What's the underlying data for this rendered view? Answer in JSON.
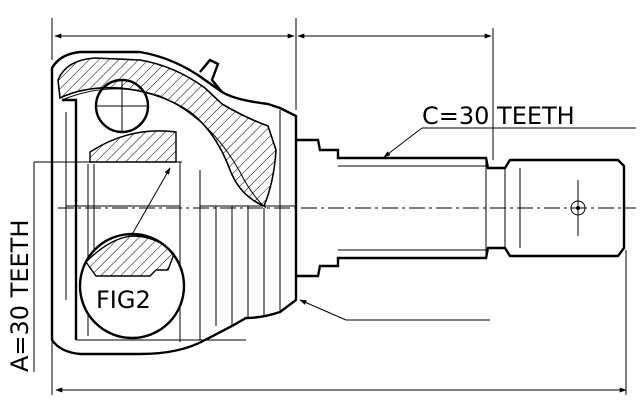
{
  "drawing": {
    "label_c": "C=30 TEETH",
    "label_a": "A=30 TEETH",
    "label_fig": "FIG2"
  }
}
